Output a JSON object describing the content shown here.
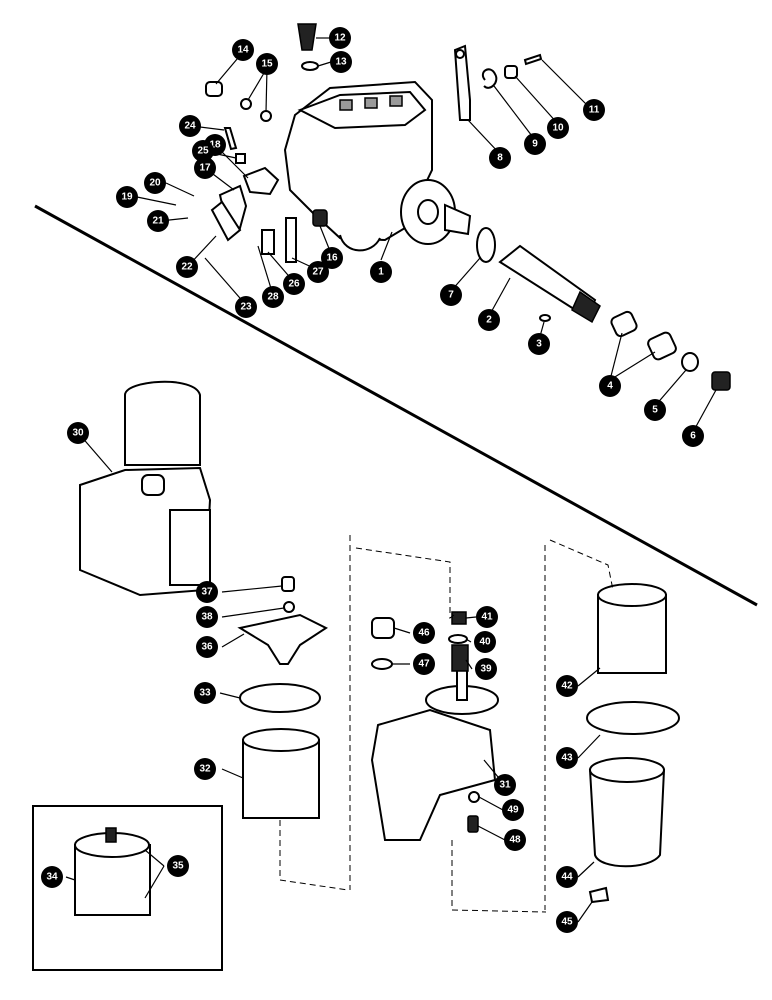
{
  "callouts": [
    {
      "id": "1",
      "label": "1"
    },
    {
      "id": "2",
      "label": "2"
    },
    {
      "id": "3",
      "label": "3"
    },
    {
      "id": "4",
      "label": "4"
    },
    {
      "id": "5",
      "label": "5"
    },
    {
      "id": "6",
      "label": "6"
    },
    {
      "id": "7",
      "label": "7"
    },
    {
      "id": "8",
      "label": "8"
    },
    {
      "id": "9",
      "label": "9"
    },
    {
      "id": "10",
      "label": "10"
    },
    {
      "id": "11",
      "label": "11"
    },
    {
      "id": "12",
      "label": "12"
    },
    {
      "id": "13",
      "label": "13"
    },
    {
      "id": "14",
      "label": "14"
    },
    {
      "id": "15",
      "label": "15"
    },
    {
      "id": "16",
      "label": "16"
    },
    {
      "id": "17",
      "label": "17"
    },
    {
      "id": "18",
      "label": "18"
    },
    {
      "id": "19",
      "label": "19"
    },
    {
      "id": "20",
      "label": "20"
    },
    {
      "id": "21",
      "label": "21"
    },
    {
      "id": "22",
      "label": "22"
    },
    {
      "id": "23",
      "label": "23"
    },
    {
      "id": "24",
      "label": "24"
    },
    {
      "id": "25",
      "label": "25"
    },
    {
      "id": "26",
      "label": "26"
    },
    {
      "id": "27",
      "label": "27"
    },
    {
      "id": "28",
      "label": "28"
    },
    {
      "id": "30",
      "label": "30"
    },
    {
      "id": "31",
      "label": "31"
    },
    {
      "id": "32",
      "label": "32"
    },
    {
      "id": "33",
      "label": "33"
    },
    {
      "id": "34",
      "label": "34"
    },
    {
      "id": "35",
      "label": "35"
    },
    {
      "id": "36",
      "label": "36"
    },
    {
      "id": "37",
      "label": "37"
    },
    {
      "id": "38",
      "label": "38"
    },
    {
      "id": "39",
      "label": "39"
    },
    {
      "id": "40",
      "label": "40"
    },
    {
      "id": "41",
      "label": "41"
    },
    {
      "id": "42",
      "label": "42"
    },
    {
      "id": "43",
      "label": "43"
    },
    {
      "id": "44",
      "label": "44"
    },
    {
      "id": "45",
      "label": "45"
    },
    {
      "id": "46",
      "label": "46"
    },
    {
      "id": "47",
      "label": "47"
    },
    {
      "id": "48",
      "label": "48"
    },
    {
      "id": "49",
      "label": "49"
    }
  ]
}
